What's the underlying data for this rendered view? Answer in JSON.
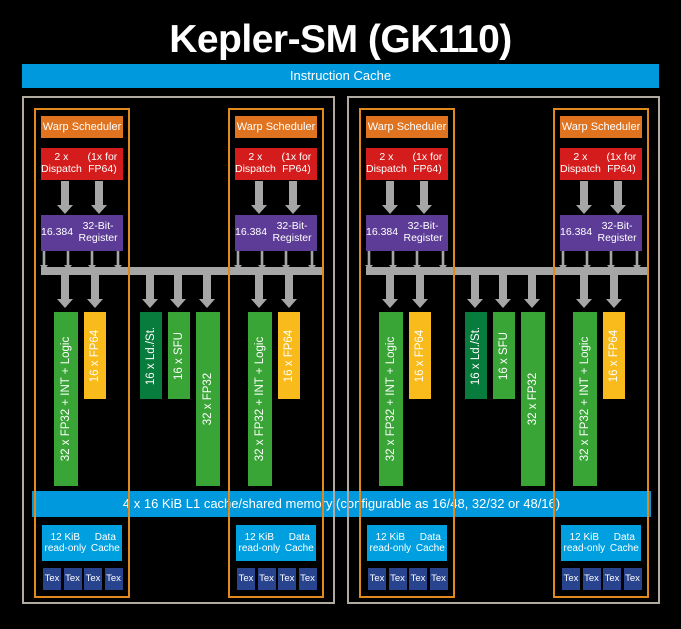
{
  "diagram": {
    "title": "Kepler-SM (GK110)",
    "instruction_cache": "Instruction Cache",
    "l1_cache": "4 x 16 KiB L1 cache/shared memory (configurable as 16/48, 32/32 or 48/16)",
    "labels": {
      "warp_scheduler": "Warp Scheduler",
      "dispatch_line1": "2 x Dispatch",
      "dispatch_line2": "(1x for FP64)",
      "register_line1": "16.384",
      "register_line2": "32-Bit-Register",
      "fp32_int": "32 x FP32 + INT + Logic",
      "fp64": "16 x FP64",
      "ldst": "16 x Ld./St.",
      "sfu": "16 x SFU",
      "fp32": "32 x FP32",
      "readonly_line1": "12 KiB read-only",
      "readonly_line2": "Data Cache",
      "tex": "Tex"
    },
    "colors": {
      "background": "#000000",
      "cache_blue": "#0099dd",
      "warp_orange": "#e0731f",
      "dispatch_red": "#d41c1c",
      "register_purple": "#5c3c96",
      "unit_green": "#3aa537",
      "fp64_yellow": "#f8bb1b",
      "ldst_teal": "#087c3c",
      "tex_navy": "#28448f",
      "arrow_grey": "#a6a6a6",
      "quadrant_border": "#e08a1e",
      "block_border": "#b0aaa0"
    }
  }
}
